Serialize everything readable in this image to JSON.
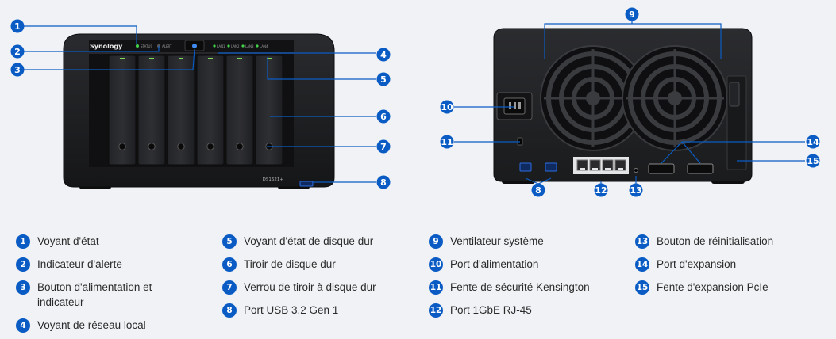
{
  "device": {
    "brand": "Synology",
    "model": "DS1621+",
    "front_leds": [
      "STATUS",
      "ALERT"
    ],
    "lan_leds": [
      "LAN1",
      "LAN2",
      "LAN3",
      "LAN4"
    ]
  },
  "callouts": [
    {
      "number": "1",
      "label": "Voyant d'état"
    },
    {
      "number": "2",
      "label": "Indicateur d'alerte"
    },
    {
      "number": "3",
      "label": "Bouton d'alimentation et indicateur"
    },
    {
      "number": "4",
      "label": "Voyant de réseau local"
    },
    {
      "number": "5",
      "label": "Voyant d'état de disque dur"
    },
    {
      "number": "6",
      "label": "Tiroir de disque dur"
    },
    {
      "number": "7",
      "label": "Verrou de tiroir à disque dur"
    },
    {
      "number": "8",
      "label": "Port USB 3.2 Gen 1"
    },
    {
      "number": "9",
      "label": "Ventilateur système"
    },
    {
      "number": "10",
      "label": "Port d'alimentation"
    },
    {
      "number": "11",
      "label": "Fente de sécurité Kensington"
    },
    {
      "number": "12",
      "label": "Port 1GbE RJ-45"
    },
    {
      "number": "13",
      "label": "Bouton de réinitialisation"
    },
    {
      "number": "14",
      "label": "Port d'expansion"
    },
    {
      "number": "15",
      "label": "Fente d'expansion PcIe"
    }
  ],
  "colors": {
    "badge": "#0a5cc4",
    "chassis": "#1c1d1f",
    "background": "#f0f2f5"
  }
}
